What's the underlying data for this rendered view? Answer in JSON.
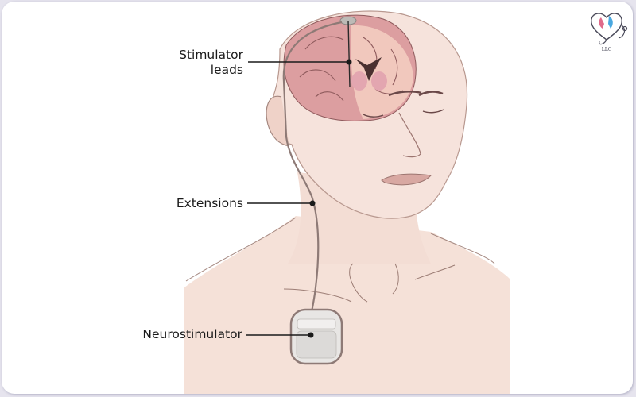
{
  "figure": {
    "subject": "Deep brain stimulation implant system",
    "labels": {
      "stimulator_leads": [
        "Stimulator",
        "leads"
      ],
      "extensions": "Extensions",
      "neurostimulator": "Neurostimulator"
    },
    "logo": {
      "text": "LLC",
      "icon": "heart-stethoscope-logo-icon"
    }
  },
  "colors": {
    "skin": "#f6e3dc",
    "skin_shadow": "#ebcabf",
    "brain": "#d99a9c",
    "brain_light": "#f1c8bd",
    "outline": "#8a6a66",
    "device": "#e7e4e2",
    "leader_line": "#1a1a1a",
    "logo_pink": "#e06a8a",
    "logo_blue": "#4aa8e0",
    "logo_line": "#4a4a5a"
  }
}
